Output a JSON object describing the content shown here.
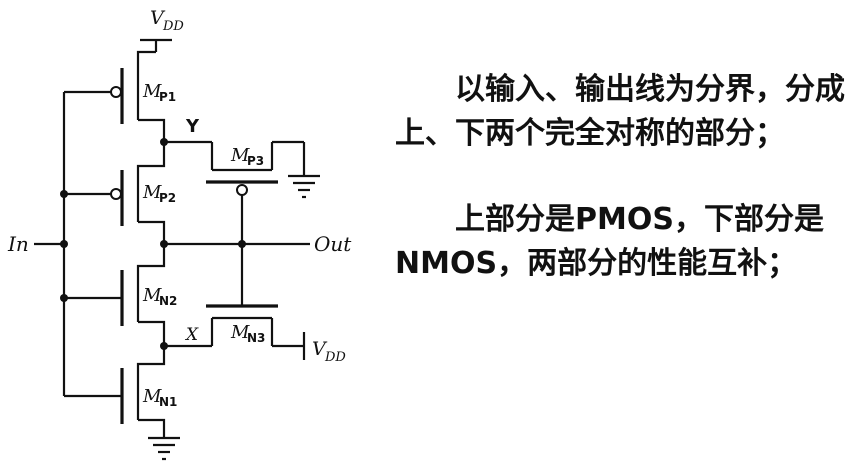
{
  "circuit": {
    "vdd_top": "V",
    "vdd_top_sub": "DD",
    "vdd_right": "V",
    "vdd_right_sub": "DD",
    "in_label": "In",
    "out_label": "Out",
    "y_label": "Y",
    "x_label": "X",
    "transistors": {
      "p1": {
        "m": "M",
        "sub": "P1"
      },
      "p2": {
        "m": "M",
        "sub": "P2"
      },
      "p3": {
        "m": "M",
        "sub": "P3"
      },
      "n1": {
        "m": "M",
        "sub": "N1"
      },
      "n2": {
        "m": "M",
        "sub": "N2"
      },
      "n3": {
        "m": "M",
        "sub": "N3"
      }
    }
  },
  "notes": {
    "paragraph1": "以输入、输出线为分界，分成上、下两个完全对称的部分；",
    "paragraph2": "上部分是PMOS，下部分是NMOS，两部分的性能互补；"
  }
}
